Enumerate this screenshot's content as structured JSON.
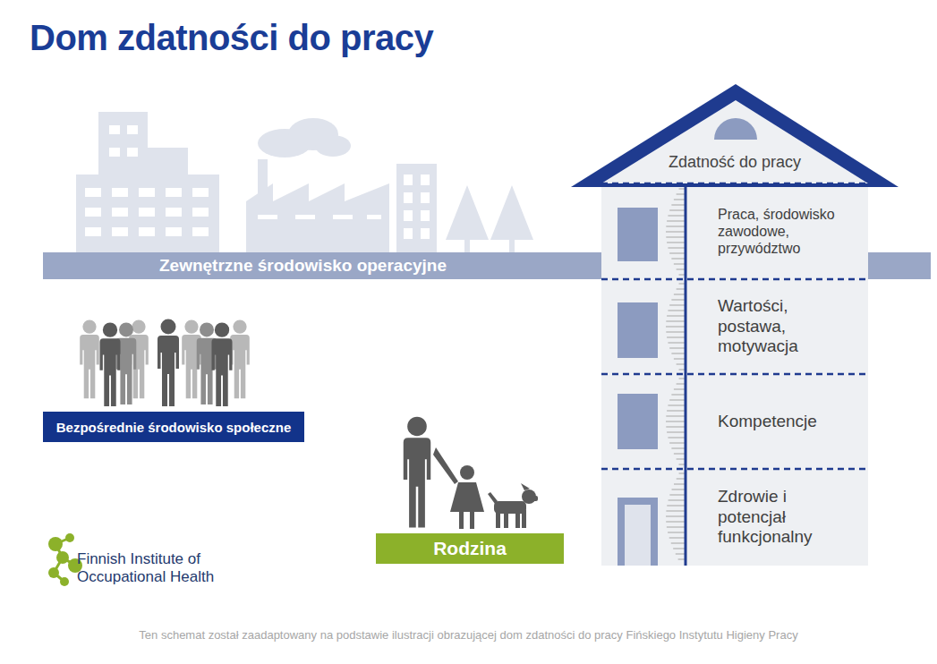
{
  "diagram": {
    "title": "Dom zdatności do pracy",
    "caption": "Ten schemat został zaadaptowany na podstawie ilustracji obrazującej dom zdatności do pracy Fińskiego Instytutu Higieny Pracy",
    "nodes": [
      {
        "text": [
          "Zewnętrzne środowisko operacyjne"
        ]
      },
      {
        "text": [
          "Zdatność do pracy"
        ]
      },
      {
        "text": [
          "Praca, środowisko zawodowe, przywództwo"
        ],
        "in": 1
      },
      {
        "text": [
          "Wartości, postawa, motywacja"
        ],
        "in": 1
      },
      {
        "text": [
          "Kompetencje"
        ],
        "in": 1
      },
      {
        "text": [
          "Zdrowie i potencjał funkcjonalny"
        ],
        "in": 1
      },
      {
        "text": [
          "Bezpośrednie środowisko społeczne"
        ]
      },
      {
        "text": [
          "Rodzina"
        ]
      }
    ],
    "labels": [
      "Finnish Institute of Occupational Health"
    ]
  }
}
